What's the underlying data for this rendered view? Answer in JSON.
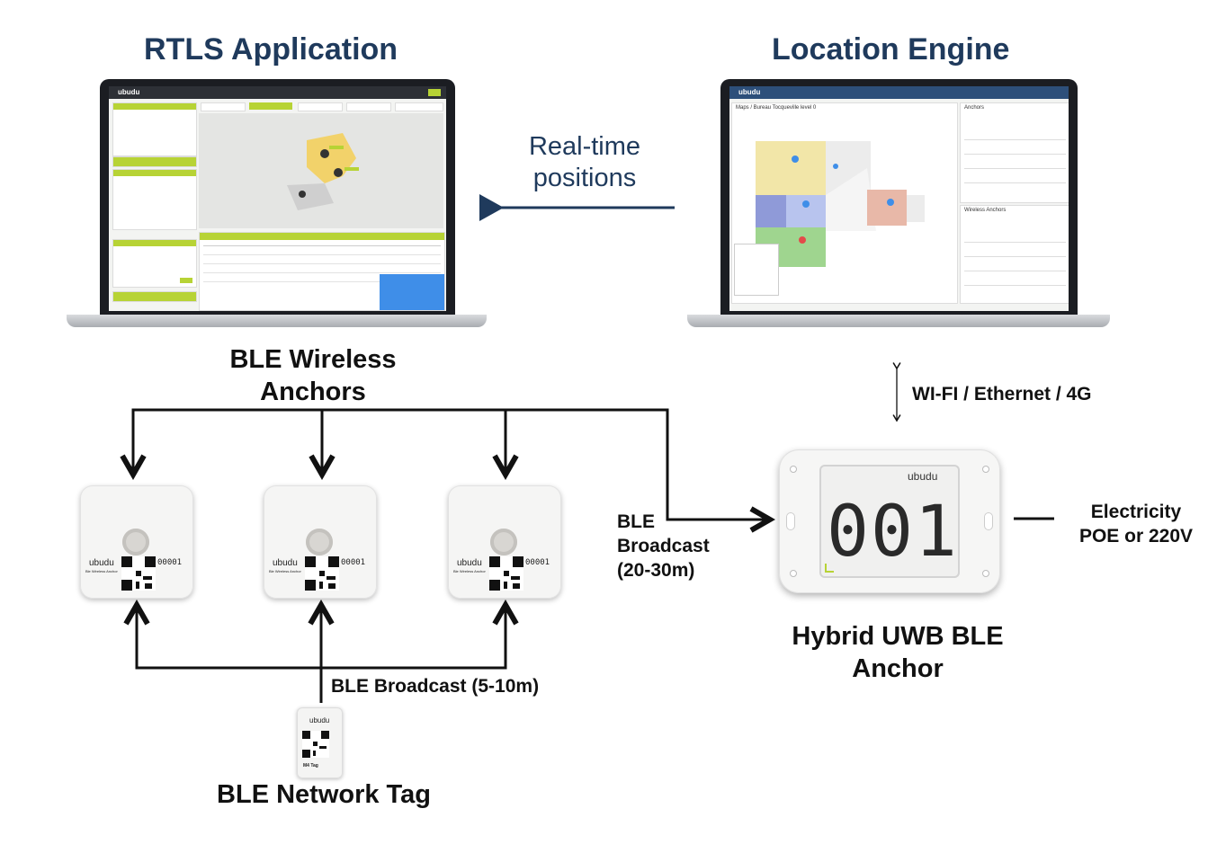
{
  "titles": {
    "rtls_application": "RTLS Application",
    "location_engine": "Location Engine"
  },
  "arrows": {
    "realtime_positions_line1": "Real-time",
    "realtime_positions_line2": "positions",
    "wifi_ethernet": "WI-FI / Ethernet / 4G",
    "ble_broadcast_long_1": "BLE",
    "ble_broadcast_long_2": "Broadcast",
    "ble_broadcast_long_3": "(20-30m)",
    "ble_broadcast_short": "BLE Broadcast (5-10m)",
    "electricity_1": "Electricity",
    "electricity_2": "POE or 220V"
  },
  "labels": {
    "ble_wireless_anchors_1": "BLE Wireless",
    "ble_wireless_anchors_2": "Anchors",
    "hybrid_1": "Hybrid UWB BLE",
    "hybrid_2": "Anchor",
    "ble_network_tag": "BLE Network Tag"
  },
  "devices": {
    "anchor_brand": "ubudu",
    "anchor_number": "00001",
    "anchor_subtext": "Ble Wireless Anchor",
    "hybrid_display": "001",
    "hybrid_brand": "ubudu",
    "tag_brand": "ubudu",
    "tag_text": "M4 Tag"
  },
  "screens": {
    "rtls_logo": "ubudu",
    "engine_logo": "ubudu",
    "engine_header": "Maps / Bureau Tocqueville level 0",
    "engine_panel_anchors": "Anchors",
    "engine_panel_wireless": "Wireless Anchors"
  },
  "colors": {
    "title_blue": "#1f3a5c",
    "brand_green": "#b7d335",
    "arrow_black": "#111111"
  }
}
